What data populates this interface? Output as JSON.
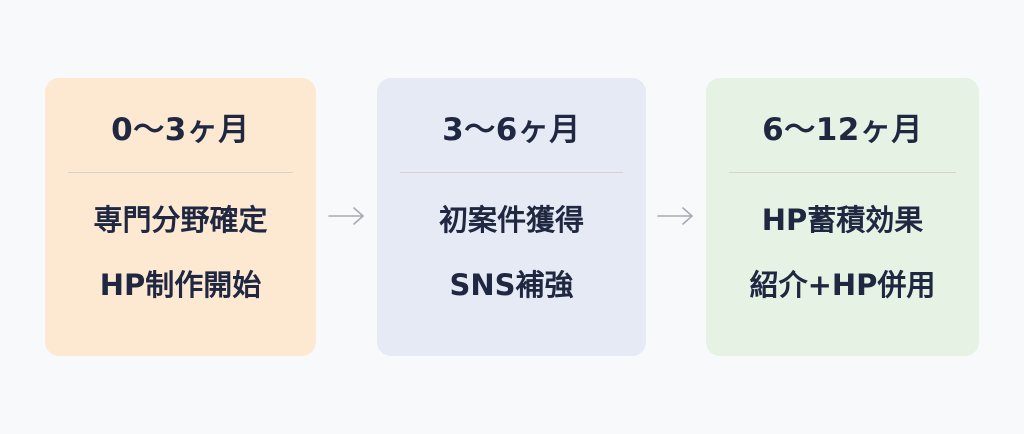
{
  "stages": [
    {
      "title": "0〜3ヶ月",
      "lines": [
        "専門分野確定",
        "HP制作開始"
      ],
      "color": "#fde9d2"
    },
    {
      "title": "3〜6ヶ月",
      "lines": [
        "初案件獲得",
        "SNS補強"
      ],
      "color": "#e5eaf5"
    },
    {
      "title": "6〜12ヶ月",
      "lines": [
        "HP蓄積効果",
        "紹介+HP併用"
      ],
      "color": "#e5f2e4"
    }
  ],
  "arrow_color": "#a7abb3"
}
